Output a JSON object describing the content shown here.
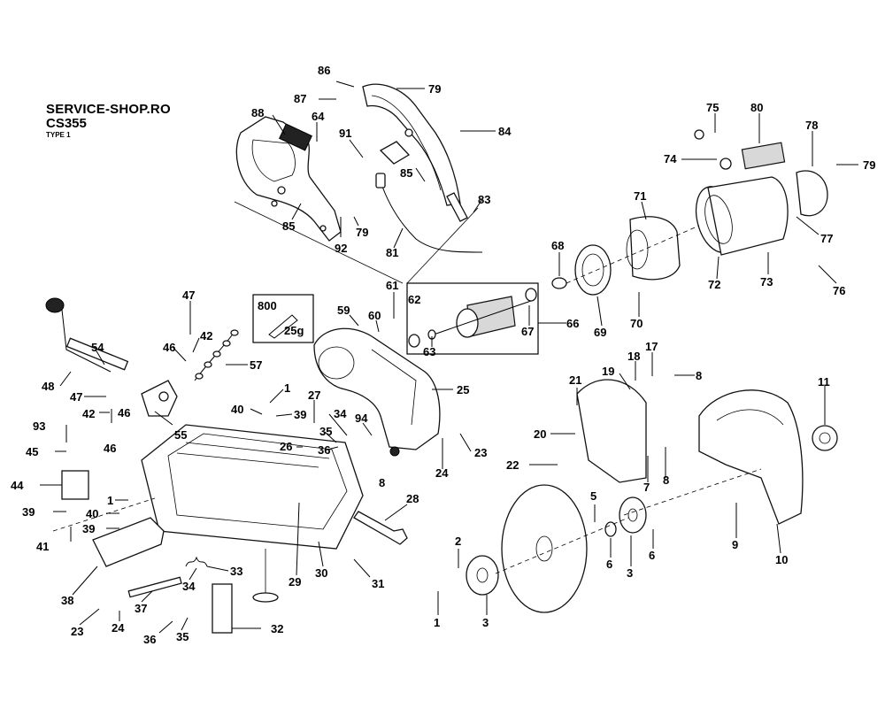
{
  "header": {
    "shop": "SERVICE-SHOP.RO",
    "model": "CS355",
    "type": "TYPE 1"
  },
  "inset": {
    "code": "800",
    "amount": "25g"
  },
  "callouts": [
    {
      "id": "c86",
      "text": "86"
    },
    {
      "id": "c87",
      "text": "87"
    },
    {
      "id": "c79a",
      "text": "79"
    },
    {
      "id": "c88",
      "text": "88"
    },
    {
      "id": "c64",
      "text": "64"
    },
    {
      "id": "c84",
      "text": "84"
    },
    {
      "id": "c91",
      "text": "91"
    },
    {
      "id": "c85a",
      "text": "85"
    },
    {
      "id": "c85b",
      "text": "85"
    },
    {
      "id": "c79b",
      "text": "79"
    },
    {
      "id": "c92",
      "text": "92"
    },
    {
      "id": "c81",
      "text": "81"
    },
    {
      "id": "c83",
      "text": "83"
    },
    {
      "id": "c75",
      "text": "75"
    },
    {
      "id": "c80",
      "text": "80"
    },
    {
      "id": "c78",
      "text": "78"
    },
    {
      "id": "c74",
      "text": "74"
    },
    {
      "id": "c79c",
      "text": "79"
    },
    {
      "id": "c71",
      "text": "71"
    },
    {
      "id": "c68",
      "text": "68"
    },
    {
      "id": "c77",
      "text": "77"
    },
    {
      "id": "c72",
      "text": "72"
    },
    {
      "id": "c73",
      "text": "73"
    },
    {
      "id": "c76",
      "text": "76"
    },
    {
      "id": "c47a",
      "text": "47"
    },
    {
      "id": "c61",
      "text": "61"
    },
    {
      "id": "c62",
      "text": "62"
    },
    {
      "id": "c66",
      "text": "66"
    },
    {
      "id": "c59",
      "text": "59"
    },
    {
      "id": "c60",
      "text": "60"
    },
    {
      "id": "c67",
      "text": "67"
    },
    {
      "id": "c69",
      "text": "69"
    },
    {
      "id": "c70",
      "text": "70"
    },
    {
      "id": "c42a",
      "text": "42"
    },
    {
      "id": "c46a",
      "text": "46"
    },
    {
      "id": "c63",
      "text": "63"
    },
    {
      "id": "c54",
      "text": "54"
    },
    {
      "id": "c57",
      "text": "57"
    },
    {
      "id": "c17",
      "text": "17"
    },
    {
      "id": "c18",
      "text": "18"
    },
    {
      "id": "c8a",
      "text": "8"
    },
    {
      "id": "c48",
      "text": "48"
    },
    {
      "id": "c19",
      "text": "19"
    },
    {
      "id": "c21",
      "text": "21"
    },
    {
      "id": "c11",
      "text": "11"
    },
    {
      "id": "c1a",
      "text": "1"
    },
    {
      "id": "c27",
      "text": "27"
    },
    {
      "id": "c25",
      "text": "25"
    },
    {
      "id": "c47b",
      "text": "47"
    },
    {
      "id": "c46b",
      "text": "46"
    },
    {
      "id": "c40a",
      "text": "40"
    },
    {
      "id": "c39a",
      "text": "39"
    },
    {
      "id": "c42b",
      "text": "42"
    },
    {
      "id": "c34",
      "text": "34"
    },
    {
      "id": "c94",
      "text": "94"
    },
    {
      "id": "c93",
      "text": "93"
    },
    {
      "id": "c35a",
      "text": "35"
    },
    {
      "id": "c20",
      "text": "20"
    },
    {
      "id": "c55",
      "text": "55"
    },
    {
      "id": "c26",
      "text": "26"
    },
    {
      "id": "c46c",
      "text": "46"
    },
    {
      "id": "c36a",
      "text": "36"
    },
    {
      "id": "c23a",
      "text": "23"
    },
    {
      "id": "c45",
      "text": "45"
    },
    {
      "id": "c22",
      "text": "22"
    },
    {
      "id": "c24a",
      "text": "24"
    },
    {
      "id": "c7",
      "text": "7"
    },
    {
      "id": "c8b",
      "text": "8"
    },
    {
      "id": "c8c",
      "text": "8"
    },
    {
      "id": "c44",
      "text": "44"
    },
    {
      "id": "c1b",
      "text": "1"
    },
    {
      "id": "c5",
      "text": "5"
    },
    {
      "id": "c39b",
      "text": "39"
    },
    {
      "id": "c40b",
      "text": "40"
    },
    {
      "id": "c28",
      "text": "28"
    },
    {
      "id": "c39c",
      "text": "39"
    },
    {
      "id": "c41",
      "text": "41"
    },
    {
      "id": "c9",
      "text": "9"
    },
    {
      "id": "c2",
      "text": "2"
    },
    {
      "id": "c6a",
      "text": "6"
    },
    {
      "id": "c10",
      "text": "10"
    },
    {
      "id": "c33",
      "text": "33"
    },
    {
      "id": "c6b",
      "text": "6"
    },
    {
      "id": "c3a",
      "text": "3"
    },
    {
      "id": "c30",
      "text": "30"
    },
    {
      "id": "c29",
      "text": "29"
    },
    {
      "id": "c31",
      "text": "31"
    },
    {
      "id": "c34b",
      "text": "34"
    },
    {
      "id": "c38",
      "text": "38"
    },
    {
      "id": "c37",
      "text": "37"
    },
    {
      "id": "c23b",
      "text": "23"
    },
    {
      "id": "c24b",
      "text": "24"
    },
    {
      "id": "c1c",
      "text": "1"
    },
    {
      "id": "c3b",
      "text": "3"
    },
    {
      "id": "c36b",
      "text": "36"
    },
    {
      "id": "c35b",
      "text": "35"
    },
    {
      "id": "c32",
      "text": "32"
    }
  ]
}
